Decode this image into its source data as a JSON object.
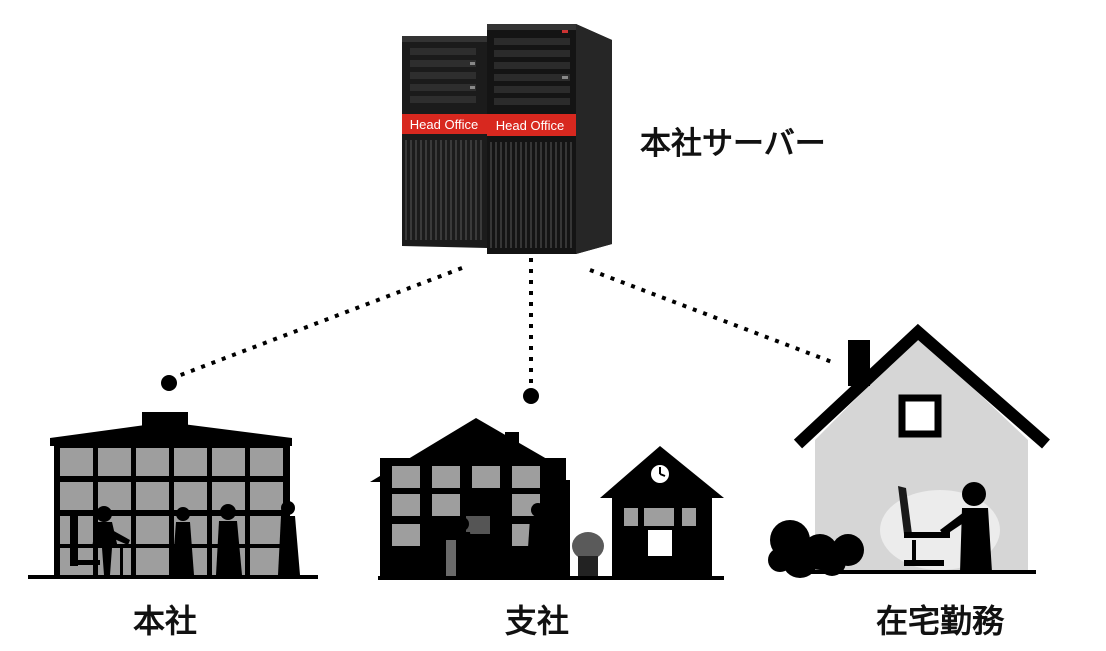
{
  "server": {
    "title": "本社サーバー",
    "badge_text": "Head Office",
    "badge_color": "#d8281f"
  },
  "locations": [
    {
      "label": "本社"
    },
    {
      "label": "支社"
    },
    {
      "label": "在宅勤務"
    }
  ],
  "colors": {
    "silhouette": "#000000",
    "window_glass": "#9e9e9e",
    "house_wall": "#d6d6d6",
    "connection_line": "#000000"
  }
}
